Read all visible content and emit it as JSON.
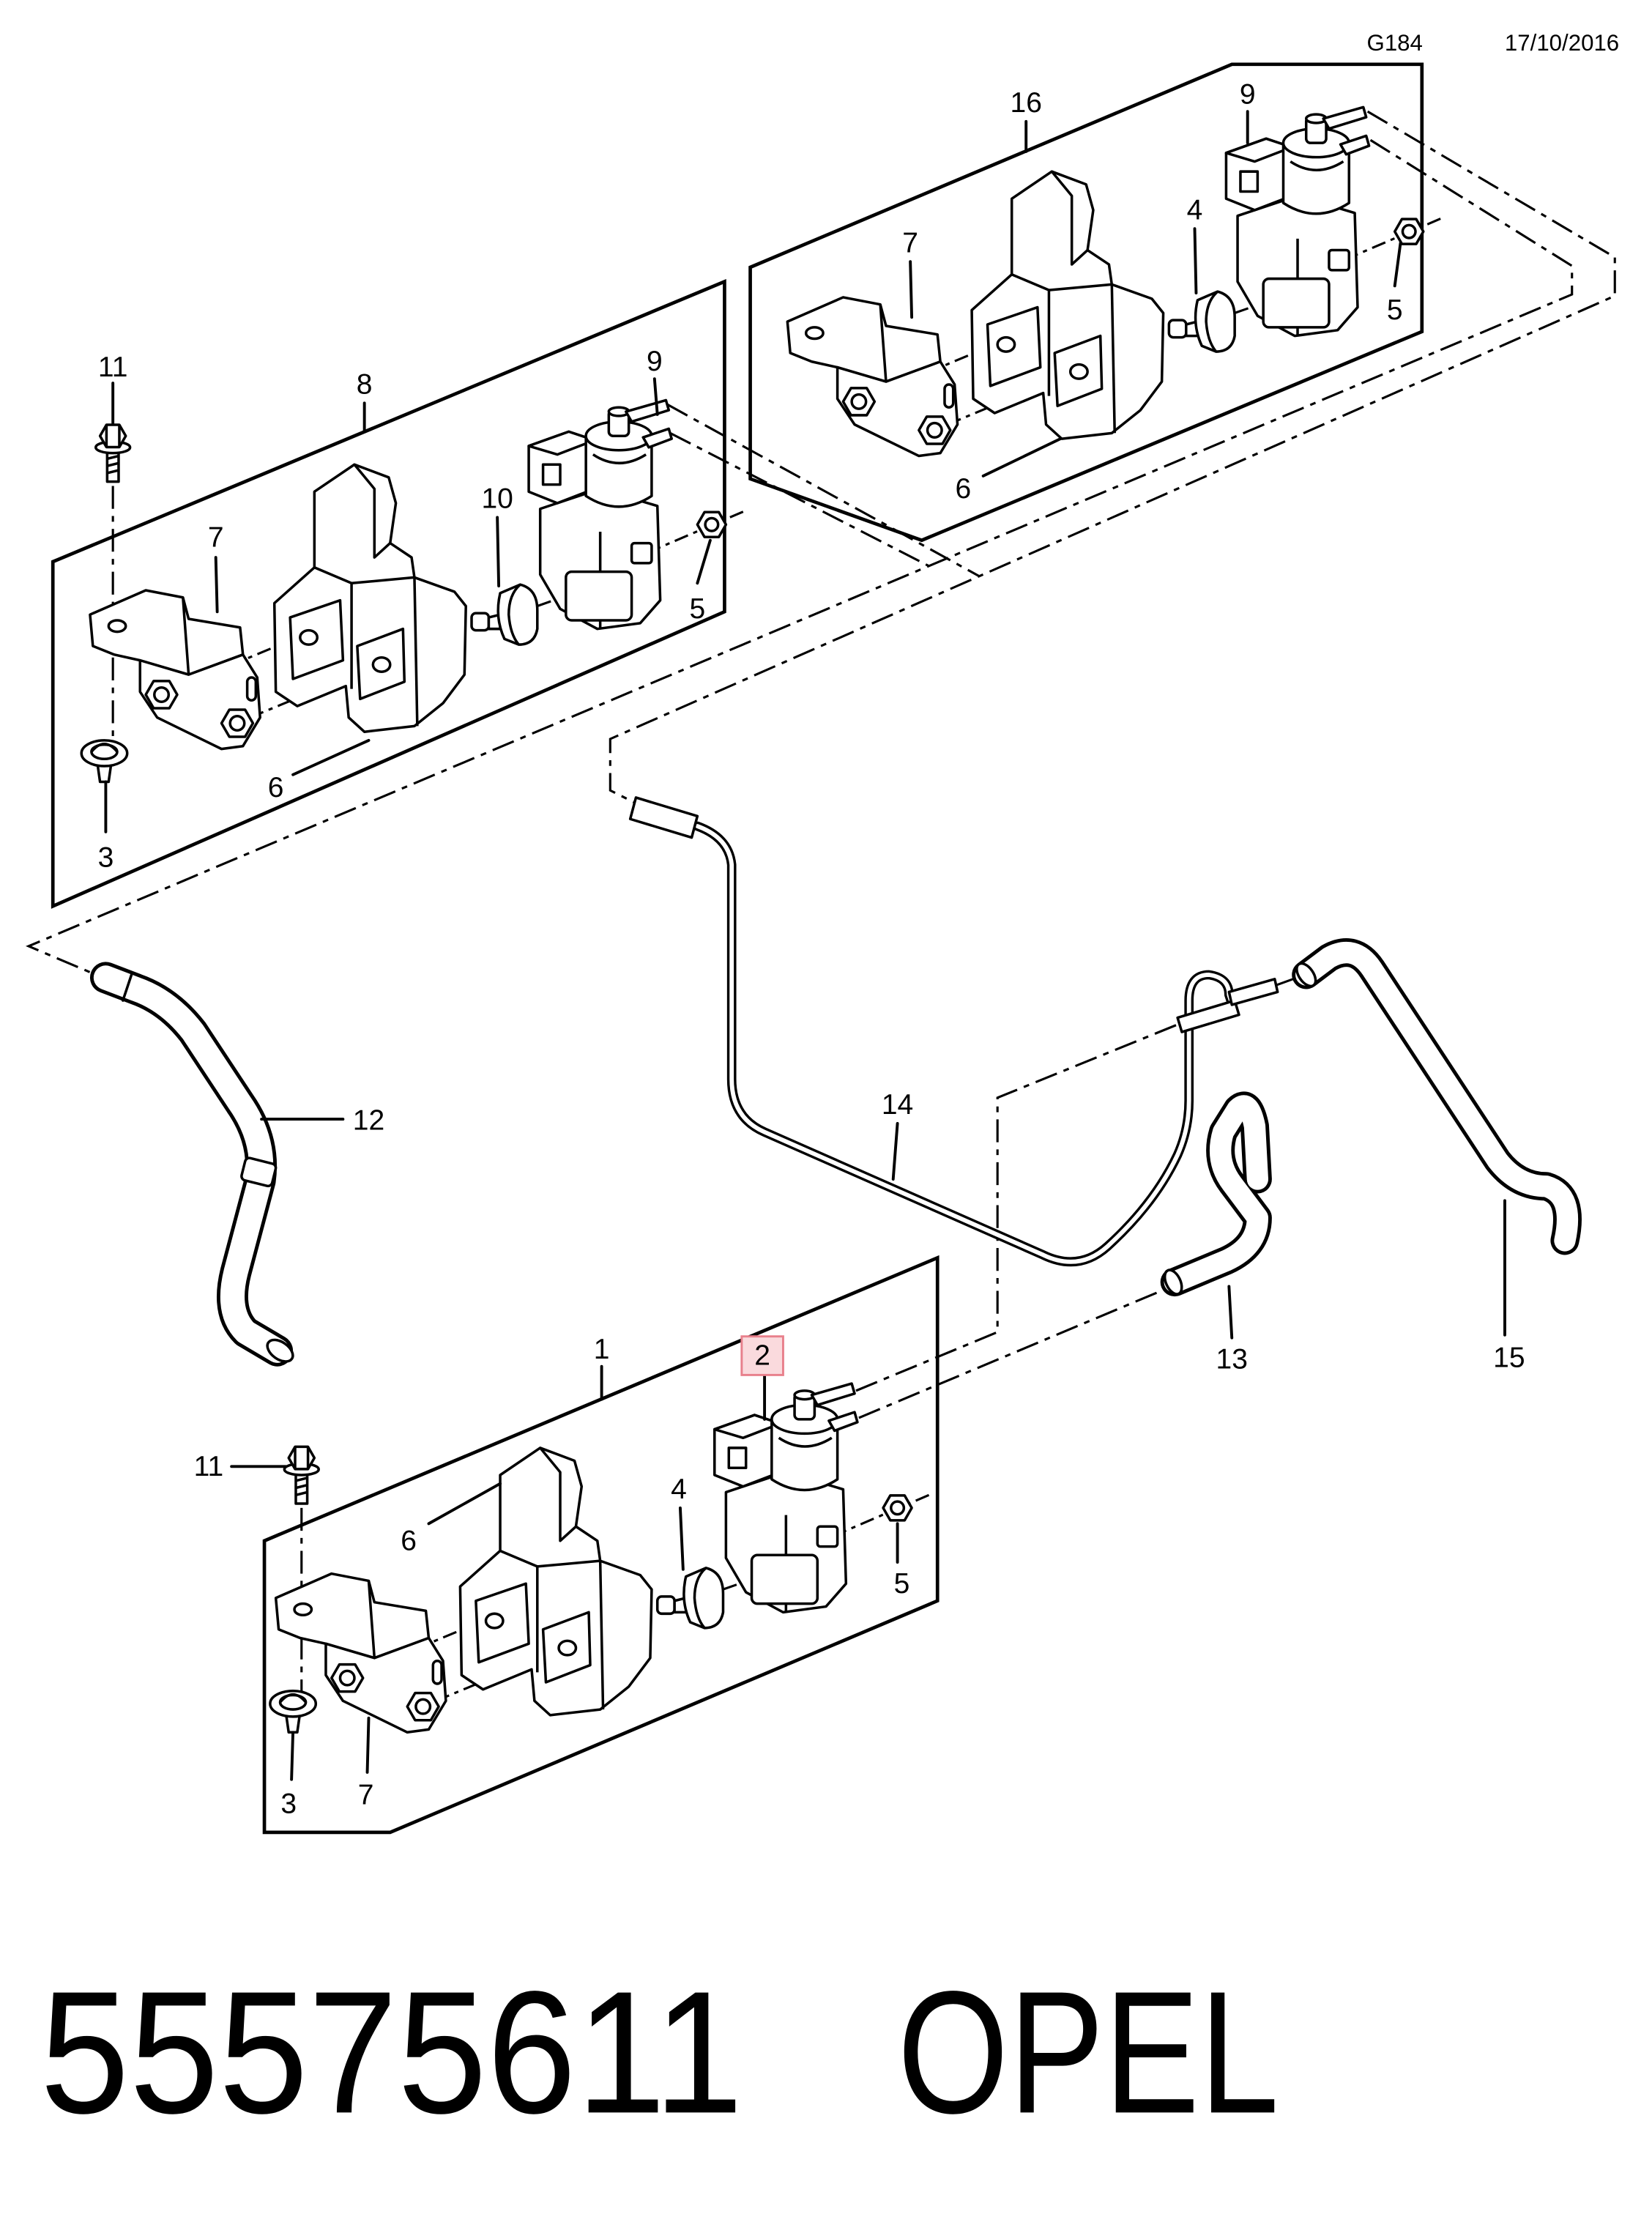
{
  "header": {
    "diagram_code": "G184",
    "date": "17/10/2016"
  },
  "callouts": {
    "upper_right": {
      "assembly": "16",
      "valve": "9",
      "bracket": "7",
      "damper": "4",
      "nut": "5",
      "mount": "6"
    },
    "upper_left": {
      "assembly": "8",
      "screw": "11",
      "valve": "9",
      "bracket": "7",
      "damper": "10",
      "nut": "5",
      "mount": "6",
      "clip": "3"
    },
    "lower": {
      "assembly": "1",
      "valve": "2",
      "screw": "11",
      "mount": "6",
      "damper": "4",
      "nut": "5",
      "clip": "3",
      "bracket": "7"
    },
    "lines": {
      "left_hose": "12",
      "pipe": "14",
      "middle_hose": "13",
      "right_hose": "15"
    }
  },
  "footer": {
    "part_number": "55575611",
    "brand": "OPEL"
  },
  "colors": {
    "line": "#000000",
    "background": "#ffffff",
    "highlight_fill": "#fadadd",
    "highlight_stroke": "#e8808c"
  }
}
